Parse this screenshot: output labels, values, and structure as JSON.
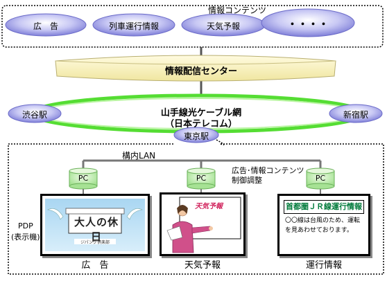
{
  "contents": {
    "group_label": "情報コンテンツ",
    "items": [
      {
        "label": "広　告"
      },
      {
        "label": "列車運行情報"
      },
      {
        "label": "天気予報"
      },
      {
        "label": "・・・・"
      }
    ]
  },
  "center": {
    "label": "情報配信センター"
  },
  "ring": {
    "title": "山手線光ケーブル網",
    "subtitle": "（日本テレコム）",
    "left_station": "渋谷駅",
    "right_station": "新宿駅",
    "bottom_station": "東京駅"
  },
  "lan": {
    "label": "構内LAN",
    "control_note_line1": "広告･情報コンテンツ",
    "control_note_line2": "制御調整"
  },
  "pcs": [
    {
      "label": "PC"
    },
    {
      "label": "PC"
    },
    {
      "label": "PC"
    }
  ],
  "pdp": {
    "line1": "PDP",
    "line2": "(表示機)"
  },
  "screens": {
    "ad": {
      "sign_text": "大人の休日",
      "sign_sub": "ジパング倶楽部",
      "caption": "広　告"
    },
    "weather": {
      "board_text": "天気予報",
      "caption": "天気予報"
    },
    "operation": {
      "header": "首都圏ＪＲ線運行情報",
      "message": "〇〇線は台風のため、運転を見あわせております。",
      "caption": "運行情報"
    }
  },
  "colors": {
    "oval_fill": "#9a9ae6",
    "center_fill": "#fff8c8",
    "ring_green": "#55dd33",
    "pc_fill": "#c8f0b8",
    "header_green": "#007a3a",
    "pink": "#d0508a"
  }
}
